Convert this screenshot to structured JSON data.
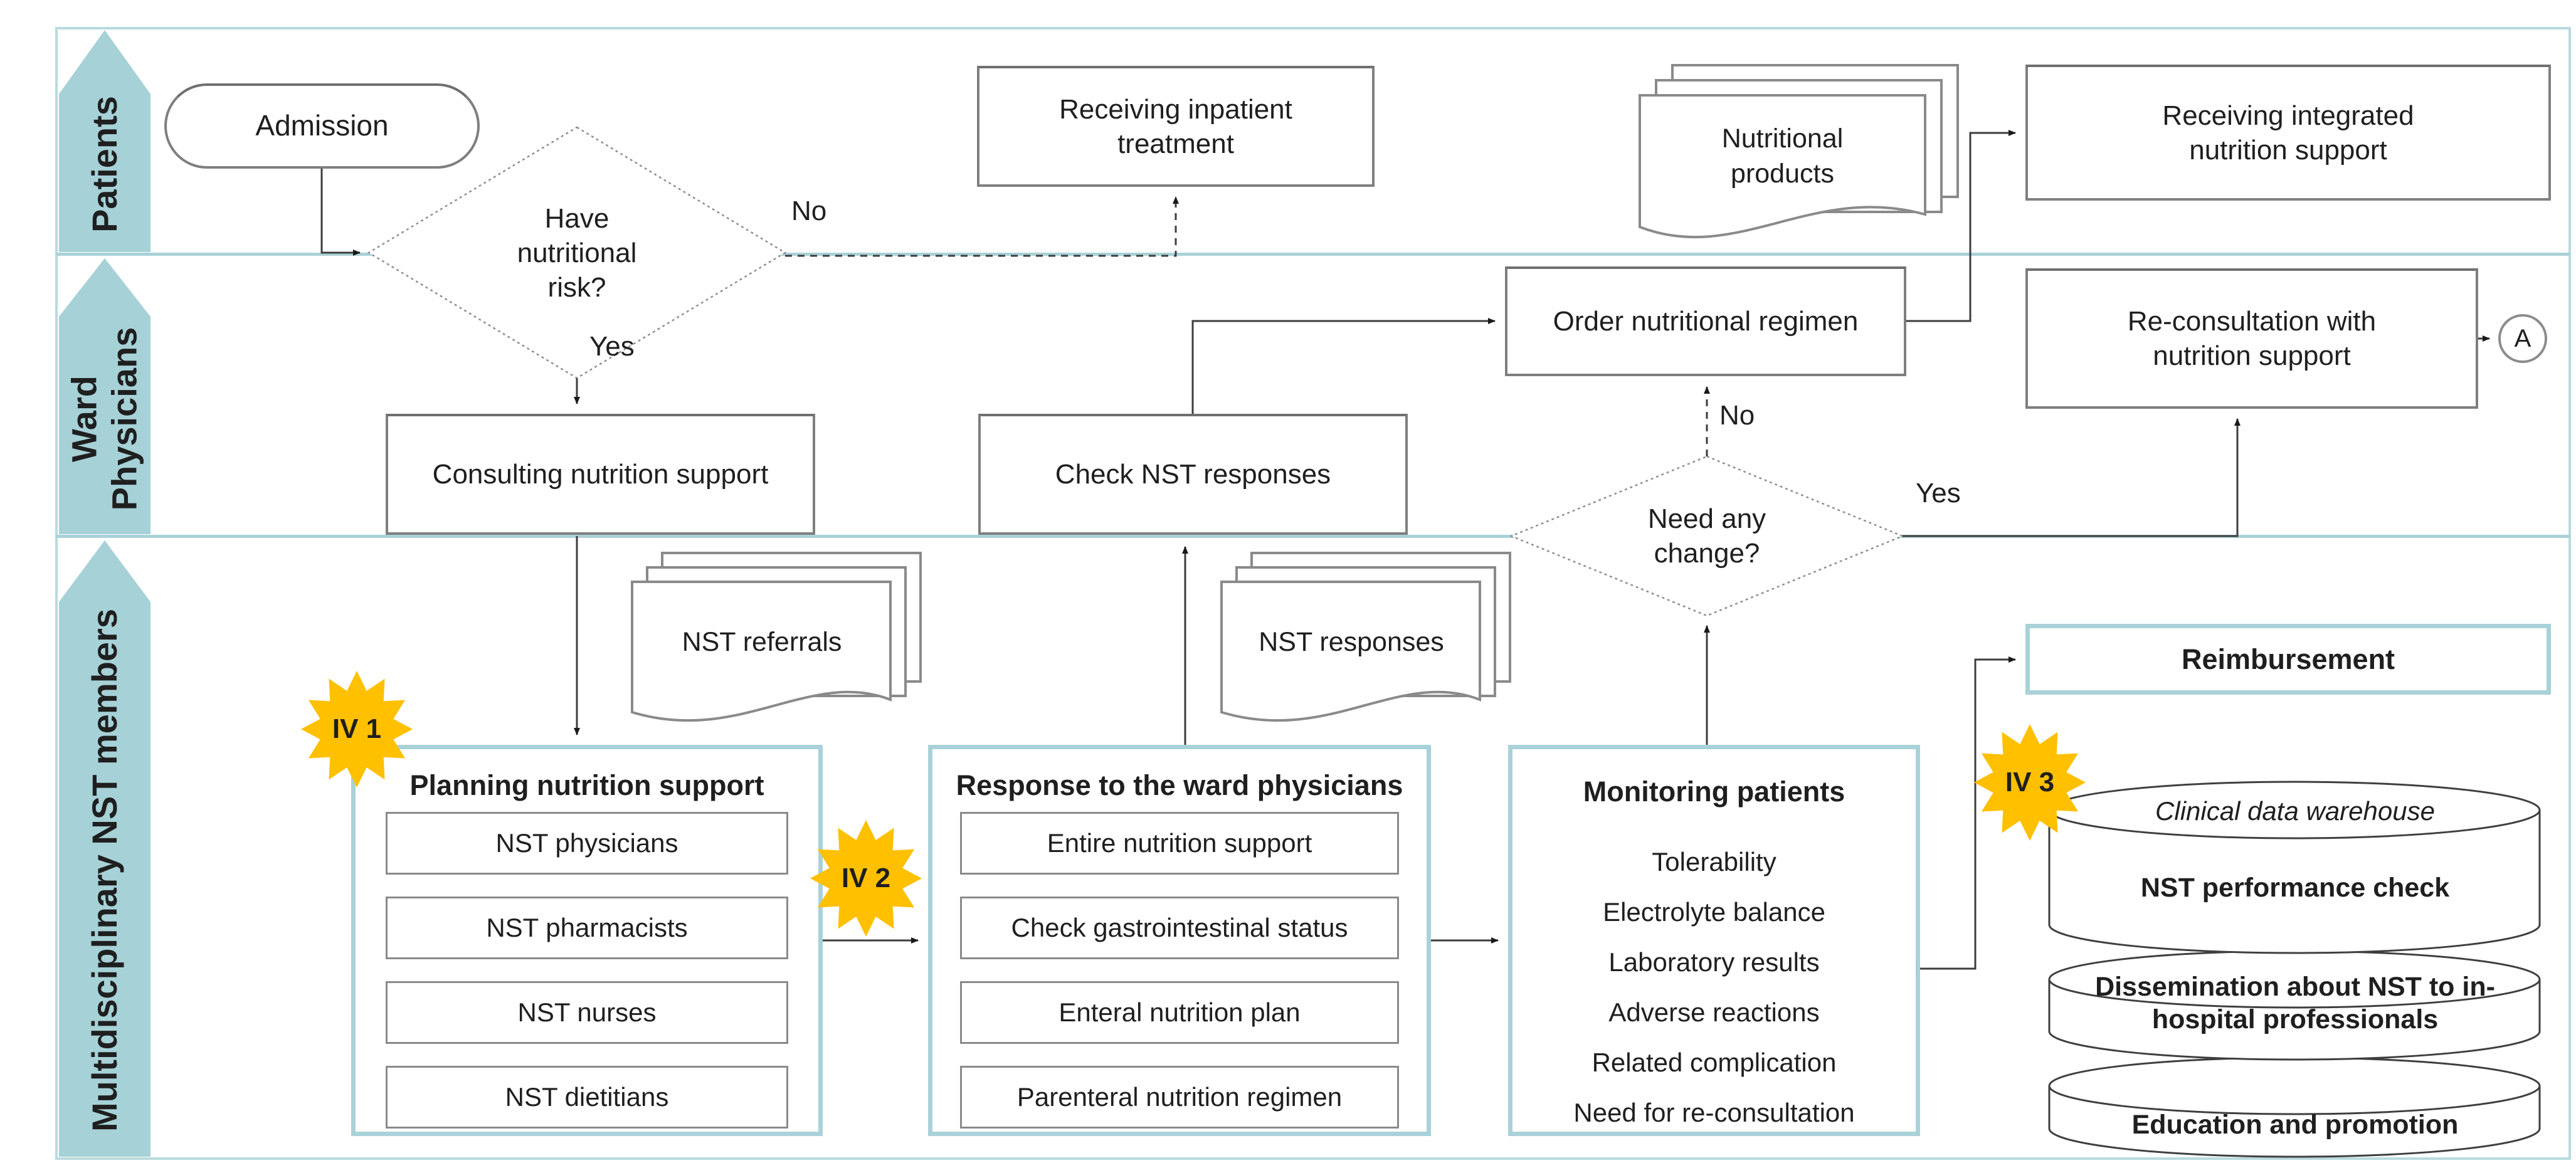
{
  "colors": {
    "lane_fill": "#a6d1d7",
    "frame": "#b9dade",
    "accent": "#a9d2d8",
    "box_border": "#7f7f7f",
    "inner_border": "#8a8a8a",
    "star_fill": "#ffc000",
    "ink": "#1f1f1f",
    "line": "#3d3d3d"
  },
  "lanes": [
    "Patients",
    "Ward Physicians",
    "Multidisciplinary NST members"
  ],
  "nodes": {
    "admission": "Admission",
    "risk_decision": "Have nutritional risk?",
    "inpatient_treatment": "Receiving inpatient treatment",
    "nutritional_products": "Nutritional products",
    "integrated_support": "Receiving integrated nutrition support",
    "consulting": "Consulting nutrition support",
    "check_responses": "Check NST responses",
    "order_regimen": "Order nutritional regimen",
    "change_decision": "Need any change?",
    "reconsultation": "Re-consultation with nutrition support",
    "connector_a": "A",
    "nst_referrals": "NST referrals",
    "nst_responses": "NST responses",
    "reimbursement": "Reimbursement"
  },
  "planning": {
    "title": "Planning nutrition support",
    "items": [
      "NST physicians",
      "NST pharmacists",
      "NST nurses",
      "NST dietitians"
    ]
  },
  "response": {
    "title": "Response to the ward physicians",
    "items": [
      "Entire nutrition support",
      "Check gastrointestinal status",
      "Enteral nutrition plan",
      "Parenteral nutrition regimen"
    ]
  },
  "monitoring": {
    "title": "Monitoring patients",
    "items": [
      "Tolerability",
      "Electrolyte balance",
      "Laboratory results",
      "Adverse reactions",
      "Related complication",
      "Need for re-consultation"
    ]
  },
  "warehouse": {
    "title": "Clinical data warehouse",
    "items": [
      "NST performance check",
      "Dissemination about NST to in-hospital professionals",
      "Education and promotion"
    ]
  },
  "badges": [
    "IV 1",
    "IV 2",
    "IV 3"
  ],
  "edge_labels": {
    "no_risk": "No",
    "yes_risk": "Yes",
    "no_change": "No",
    "yes_change": "Yes"
  }
}
